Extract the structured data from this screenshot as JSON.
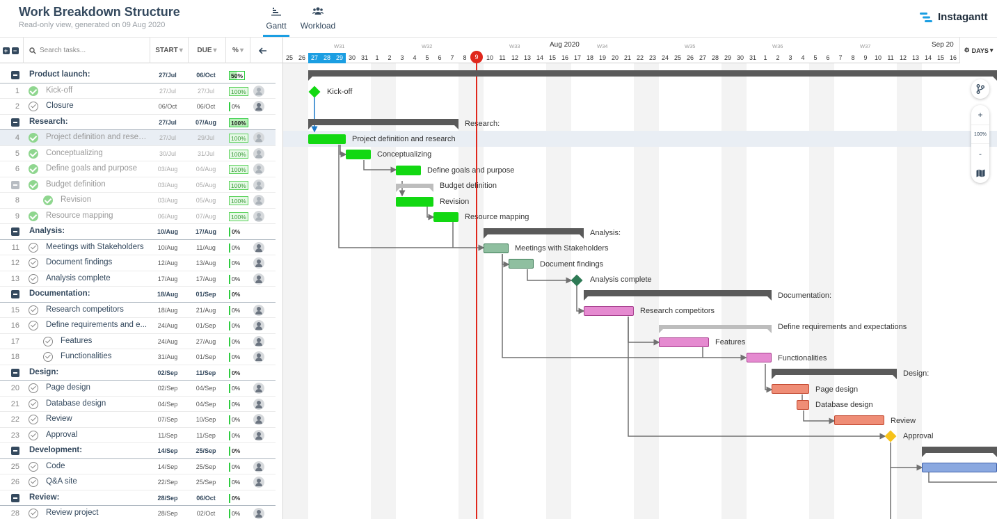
{
  "header": {
    "title": "Work Breakdown Structure",
    "subtitle": "Read-only view, generated on 09 Aug 2020",
    "tabs": [
      {
        "label": "Gantt",
        "active": true
      },
      {
        "label": "Workload",
        "active": false
      }
    ],
    "brand": "Instagantt"
  },
  "table": {
    "search_placeholder": "Search tasks...",
    "col_start": "START",
    "col_due": "DUE",
    "col_pct": "%",
    "rows": [
      {
        "type": "group",
        "name": "Product launch:",
        "start": "27/Jul",
        "due": "06/Oct",
        "pct": "50%"
      },
      {
        "num": "1",
        "name": "Kick-off",
        "start": "27/Jul",
        "due": "27/Jul",
        "pct": "100%",
        "done": true
      },
      {
        "num": "2",
        "name": "Closure",
        "start": "06/Oct",
        "due": "06/Oct",
        "pct": "0%",
        "done": false
      },
      {
        "type": "group",
        "name": "Research:",
        "start": "27/Jul",
        "due": "07/Aug",
        "pct": "100%"
      },
      {
        "num": "4",
        "name": "Project definition and resea...",
        "start": "27/Jul",
        "due": "29/Jul",
        "pct": "100%",
        "done": true
      },
      {
        "num": "5",
        "name": "Conceptualizing",
        "start": "30/Jul",
        "due": "31/Jul",
        "pct": "100%",
        "done": true
      },
      {
        "num": "6",
        "name": "Define goals and purpose",
        "start": "03/Aug",
        "due": "04/Aug",
        "pct": "100%",
        "done": true
      },
      {
        "num": "",
        "name": "Budget definition",
        "start": "03/Aug",
        "due": "05/Aug",
        "pct": "100%",
        "done": true
      },
      {
        "num": "8",
        "name": "Revision",
        "start": "03/Aug",
        "due": "05/Aug",
        "pct": "100%",
        "done": true
      },
      {
        "num": "9",
        "name": "Resource mapping",
        "start": "06/Aug",
        "due": "07/Aug",
        "pct": "100%",
        "done": true
      },
      {
        "type": "group",
        "name": "Analysis:",
        "start": "10/Aug",
        "due": "17/Aug",
        "pct": "0%"
      },
      {
        "num": "11",
        "name": "Meetings with Stakeholders",
        "start": "10/Aug",
        "due": "11/Aug",
        "pct": "0%",
        "done": false
      },
      {
        "num": "12",
        "name": "Document findings",
        "start": "12/Aug",
        "due": "13/Aug",
        "pct": "0%",
        "done": false
      },
      {
        "num": "13",
        "name": "Analysis complete",
        "start": "17/Aug",
        "due": "17/Aug",
        "pct": "0%",
        "done": false
      },
      {
        "type": "group",
        "name": "Documentation:",
        "start": "18/Aug",
        "due": "01/Sep",
        "pct": "0%"
      },
      {
        "num": "15",
        "name": "Research competitors",
        "start": "18/Aug",
        "due": "21/Aug",
        "pct": "0%",
        "done": false
      },
      {
        "num": "16",
        "name": "Define requirements and e...",
        "start": "24/Aug",
        "due": "01/Sep",
        "pct": "0%",
        "done": false
      },
      {
        "num": "17",
        "name": "Features",
        "start": "24/Aug",
        "due": "27/Aug",
        "pct": "0%",
        "done": false
      },
      {
        "num": "18",
        "name": "Functionalities",
        "start": "31/Aug",
        "due": "01/Sep",
        "pct": "0%",
        "done": false
      },
      {
        "type": "group",
        "name": "Design:",
        "start": "02/Sep",
        "due": "11/Sep",
        "pct": "0%"
      },
      {
        "num": "20",
        "name": "Page design",
        "start": "02/Sep",
        "due": "04/Sep",
        "pct": "0%",
        "done": false
      },
      {
        "num": "21",
        "name": "Database design",
        "start": "04/Sep",
        "due": "04/Sep",
        "pct": "0%",
        "done": false
      },
      {
        "num": "22",
        "name": "Review",
        "start": "07/Sep",
        "due": "10/Sep",
        "pct": "0%",
        "done": false
      },
      {
        "num": "23",
        "name": "Approval",
        "start": "11/Sep",
        "due": "11/Sep",
        "pct": "0%",
        "done": false
      },
      {
        "type": "group",
        "name": "Development:",
        "start": "14/Sep",
        "due": "25/Sep",
        "pct": "0%"
      },
      {
        "num": "25",
        "name": "Code",
        "start": "14/Sep",
        "due": "25/Sep",
        "pct": "0%",
        "done": false
      },
      {
        "num": "26",
        "name": "Q&A site",
        "start": "22/Sep",
        "due": "25/Sep",
        "pct": "0%",
        "done": false
      },
      {
        "type": "group",
        "name": "Review:",
        "start": "28/Sep",
        "due": "06/Oct",
        "pct": "0%"
      },
      {
        "num": "28",
        "name": "Review project",
        "start": "28/Sep",
        "due": "02/Oct",
        "pct": "0%",
        "done": false
      }
    ]
  },
  "timeline": {
    "weeks": [
      "W31",
      "W32",
      "W33",
      "W34",
      "W35",
      "W36",
      "W37"
    ],
    "months": [
      "Aug 2020",
      "Sep 20"
    ],
    "days": [
      "25",
      "26",
      "27",
      "28",
      "29",
      "30",
      "31",
      "1",
      "2",
      "3",
      "4",
      "5",
      "6",
      "7",
      "8",
      "9",
      "10",
      "11",
      "12",
      "13",
      "14",
      "15",
      "16",
      "17",
      "18",
      "19",
      "20",
      "21",
      "22",
      "23",
      "24",
      "25",
      "26",
      "27",
      "28",
      "29",
      "30",
      "31",
      "1",
      "2",
      "3",
      "4",
      "5",
      "6",
      "7",
      "8",
      "9",
      "10",
      "11",
      "12",
      "13",
      "14",
      "15",
      "16"
    ],
    "today": "9",
    "zoom_unit": "DAYS",
    "zoom_level": "100%",
    "labels": {
      "kickoff": "Kick-off",
      "research": "Research:",
      "projdef": "Project definition and research",
      "concept": "Conceptualizing",
      "goals": "Define goals and purpose",
      "budget": "Budget definition",
      "revision": "Revision",
      "resource": "Resource mapping",
      "analysis": "Analysis:",
      "meetings": "Meetings with Stakeholders",
      "docfind": "Document findings",
      "anacomplete": "Analysis complete",
      "documentation": "Documentation:",
      "rescomp": "Research competitors",
      "defreq": "Define requirements and expectations",
      "features": "Features",
      "funcs": "Functionalities",
      "design": "Design:",
      "pagedesign": "Page design",
      "dbdesign": "Database design",
      "review": "Review",
      "approval": "Approval"
    }
  },
  "colors": {
    "accent": "#1b9ee2",
    "today": "#e0271c",
    "research": "#12d812",
    "analysis": "#8fbfa0",
    "documentation": "#e58ad0",
    "design": "#ef8d76",
    "development": "#8aa8e0",
    "milestone_gold": "#f6c21a"
  }
}
